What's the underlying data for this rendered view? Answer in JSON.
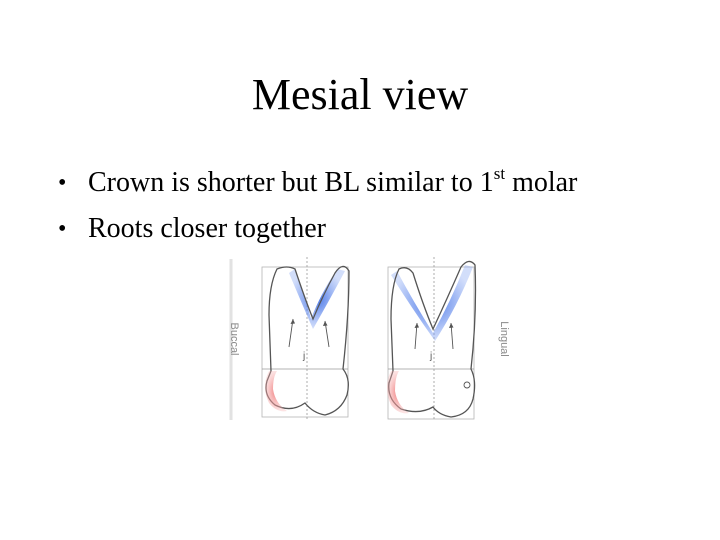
{
  "slide": {
    "title": "Mesial view",
    "bullets": [
      {
        "text_before": "Crown is shorter but BL similar to 1",
        "superscript": "st",
        "text_after": " molar"
      },
      {
        "text_before": "Roots closer together",
        "superscript": "",
        "text_after": ""
      }
    ]
  },
  "figure": {
    "left_label": "Buccal",
    "right_label": "Lingual",
    "marks": [
      "j",
      "j"
    ],
    "colors": {
      "outline": "#555555",
      "root_highlight": "#4f7be8",
      "crown_highlight": "#f08a8a",
      "guide_lines": "#9a9a9a"
    }
  }
}
